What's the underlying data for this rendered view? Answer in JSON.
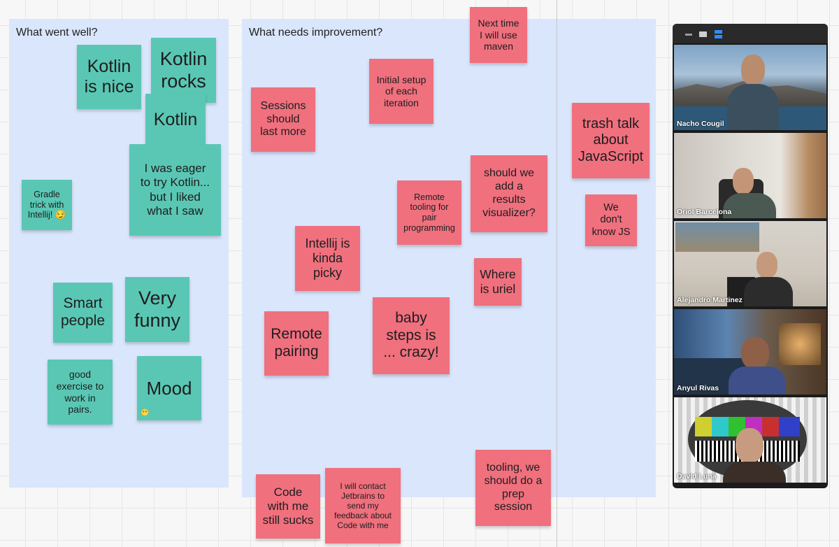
{
  "frames": {
    "went_well": {
      "title": "What went well?"
    },
    "needs_improvement": {
      "title": "What needs improvement?"
    }
  },
  "stickies_went_well": [
    {
      "text": "Kotlin\nis nice"
    },
    {
      "text": "Kotlin\nrocks"
    },
    {
      "text": "Kotlin"
    },
    {
      "text": "I was eager\nto try Kotlin...\nbut I liked\nwhat I saw"
    },
    {
      "text": "Gradle\ntrick with\nIntellij! 😏"
    },
    {
      "text": "Smart\npeople"
    },
    {
      "text": "Very\nfunny"
    },
    {
      "text": "good\nexercise to\nwork in\npairs."
    },
    {
      "text": "Mood",
      "emoji": "😬"
    }
  ],
  "stickies_improvement": [
    {
      "text": "Next time\nI will use\nmaven"
    },
    {
      "text": "Initial setup\nof each\niteration"
    },
    {
      "text": "Sessions\nshould\nlast more"
    },
    {
      "text": "trash talk\nabout\nJavaScript"
    },
    {
      "text": "should we\nadd a\nresults\nvisualizer?"
    },
    {
      "text": "Remote\ntooling for\npair\nprogramming"
    },
    {
      "text": "We\ndon't\nknow JS"
    },
    {
      "text": "Intellij is\nkinda\npicky"
    },
    {
      "text": "Where\nis uriel"
    },
    {
      "text": "baby\nsteps is\n... crazy!"
    },
    {
      "text": "Remote\npairing"
    },
    {
      "text": "tooling, we\nshould do a\nprep\nsession"
    },
    {
      "text": "Code\nwith me\nstill sucks"
    },
    {
      "text": "I will contact\nJetbrains to\nsend my\nfeedback about\nCode with me"
    }
  ],
  "colors": {
    "teal": "#5ac7b4",
    "red": "#f0707e",
    "frame": "#d9e6fc",
    "active_speaker": "#e8f23d"
  },
  "video_call": {
    "view_icons": [
      "minimize-icon",
      "speaker-view-icon",
      "gallery-view-icon"
    ],
    "participants": [
      {
        "name": "Nacho Cougil"
      },
      {
        "name": "Oriol Barcelona"
      },
      {
        "name": "Alejandro Martinez"
      },
      {
        "name": "Anyul Rivas"
      },
      {
        "name": "David Luna",
        "active": true
      }
    ]
  }
}
